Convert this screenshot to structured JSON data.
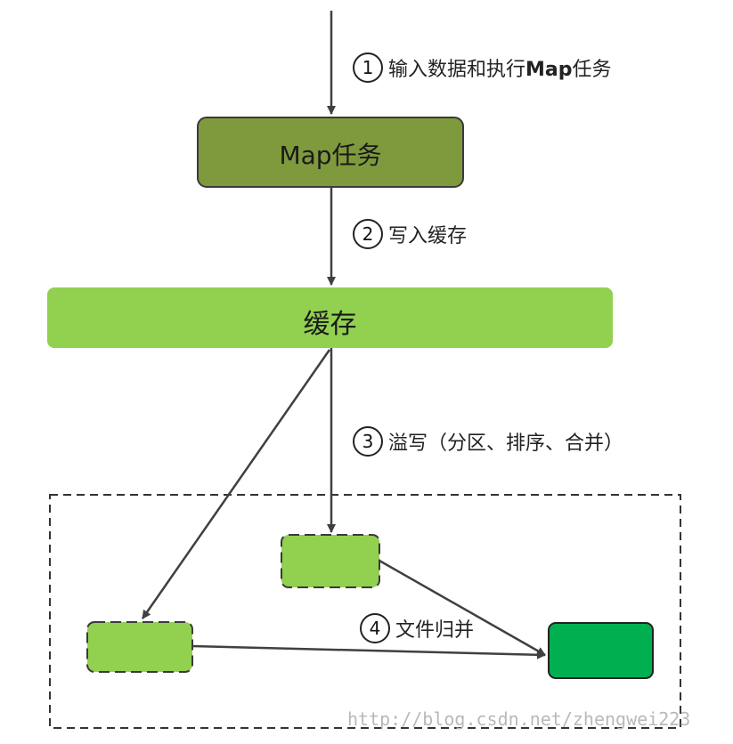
{
  "nodes": {
    "map_task": {
      "label": "Map任务"
    },
    "buffer": {
      "label": "缓存"
    }
  },
  "steps": [
    {
      "num": "1",
      "text_pre": "输入数据和执行",
      "text_bold": "Map",
      "text_post": "任务"
    },
    {
      "num": "2",
      "text": "写入缓存"
    },
    {
      "num": "3",
      "text": "溢写（分区、排序、合并）"
    },
    {
      "num": "4",
      "text": "文件归并"
    }
  ],
  "watermark": "http://blog.csdn.net/zhengwei223",
  "colors": {
    "map_task_fill": "#7f9a3d",
    "buffer_fill": "#92d050",
    "spill_fill": "#92d050",
    "merged_fill": "#00b050",
    "arrow": "#404040"
  }
}
